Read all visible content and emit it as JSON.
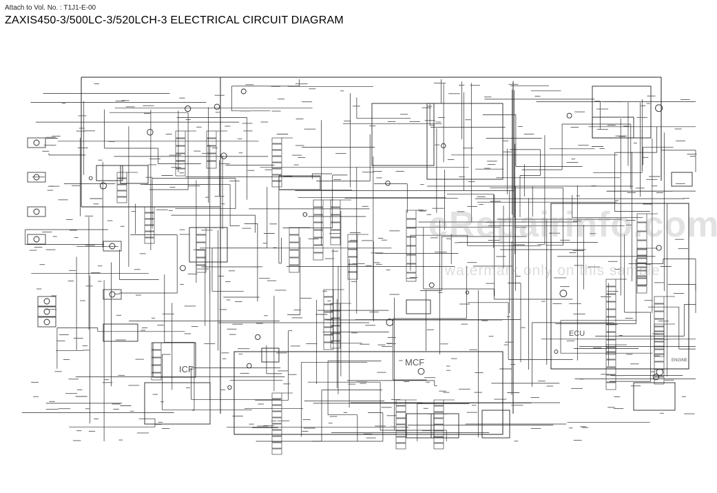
{
  "header": {
    "attach_text": "Attach to Vol. No. : T1J1-E-00",
    "title": "ZAXIS450-3/500LC-3/520LCH-3  ELECTRICAL CIRCUIT DIAGRAM"
  },
  "diagram": {
    "blocks": {
      "icf": "ICF",
      "mcf": "MCF",
      "ecu": "ECU",
      "engine": "ENGINE"
    }
  },
  "watermark": {
    "brand": "eRepairinfo.com",
    "note": "watermark only on this sample"
  }
}
